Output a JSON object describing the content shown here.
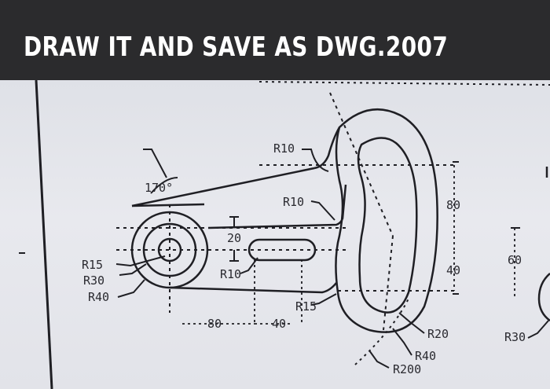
{
  "banner": {
    "title": "DRAW IT AND SAVE AS DWG.2007"
  },
  "drawing": {
    "angle_label": "170°",
    "radius_labels": {
      "r10_top": "R10",
      "r10_mid": "R10",
      "r10_slot": "R10",
      "r15_center": "R15",
      "r15_lower": "R15",
      "r30": "R30",
      "r40_left": "R40",
      "r20": "R20",
      "r40_right": "R40",
      "r200": "R200",
      "r30_partial": "R30"
    },
    "dimension_labels": {
      "d20": "20",
      "d80_bottom": "80",
      "d40_bottom": "40",
      "d80_right": "80",
      "d40_right": "40",
      "d60_partial": "60"
    }
  }
}
